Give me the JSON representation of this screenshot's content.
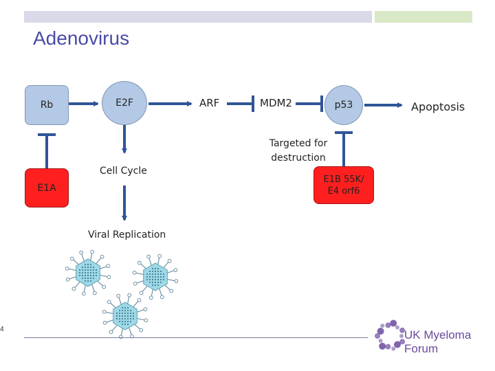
{
  "title": "Adenovirus",
  "slide_number": "4",
  "nodes": {
    "rb": "Rb",
    "e2f": "E2F",
    "arf": "ARF",
    "mdm2": "MDM2",
    "p53": "p53",
    "apoptosis": "Apoptosis",
    "e1a": "E1A",
    "e1b_line1": "E1B 55K/",
    "e1b_line2": "E4 orf6",
    "cell_cycle": "Cell Cycle",
    "viral_replication": "Viral Replication",
    "targeted_line1": "Targeted for",
    "targeted_line2": "destruction"
  },
  "logo": {
    "text": "UK Myeloma Forum"
  },
  "colors": {
    "title": "#4a4aa6",
    "node_fill": "#b4c9e5",
    "inhibitor_fill": "#ff1f1f",
    "arrow": "#2f5597",
    "virus": "#9fd8e6",
    "logo_purple": "#6a4a9c"
  }
}
